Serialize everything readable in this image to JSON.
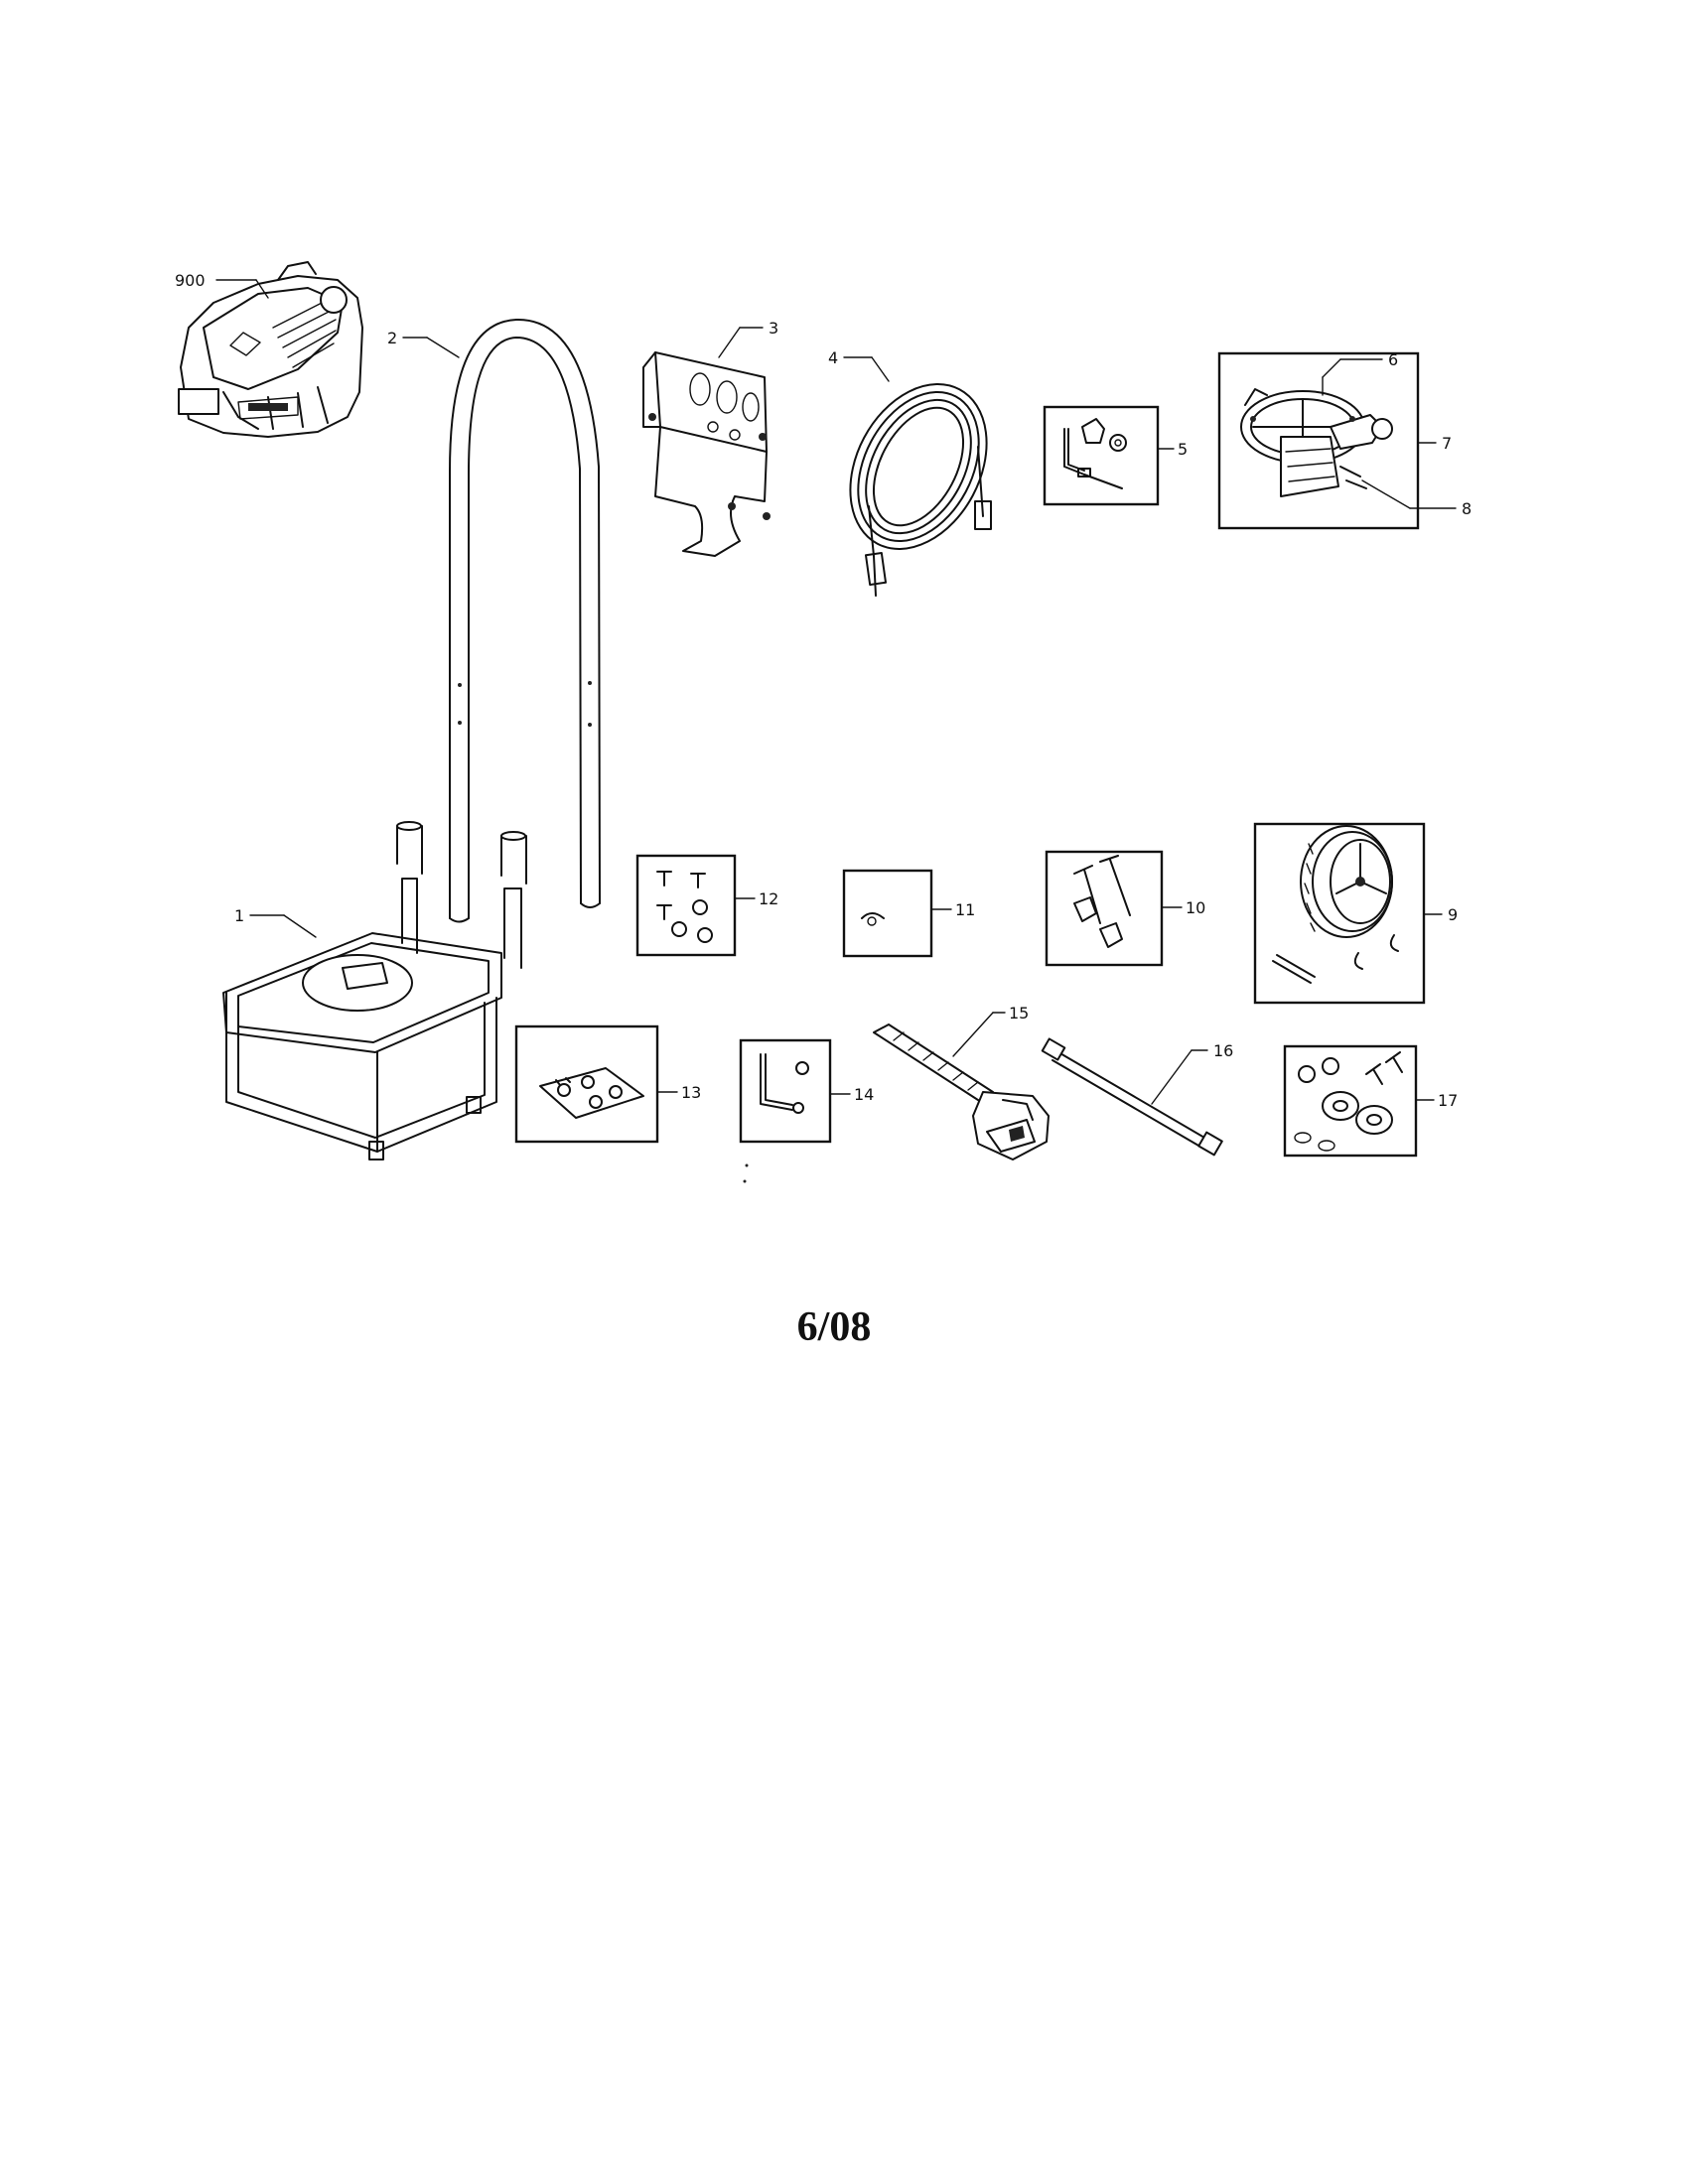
{
  "diagram": {
    "date": "6/08",
    "callouts": {
      "c900": "900",
      "c1": "1",
      "c2": "2",
      "c3": "3",
      "c4": "4",
      "c5": "5",
      "c6": "6",
      "c7": "7",
      "c8": "8",
      "c9": "9",
      "c10": "10",
      "c11": "11",
      "c12": "12",
      "c13": "13",
      "c14": "14",
      "c15": "15",
      "c16": "16",
      "c17": "17"
    }
  }
}
